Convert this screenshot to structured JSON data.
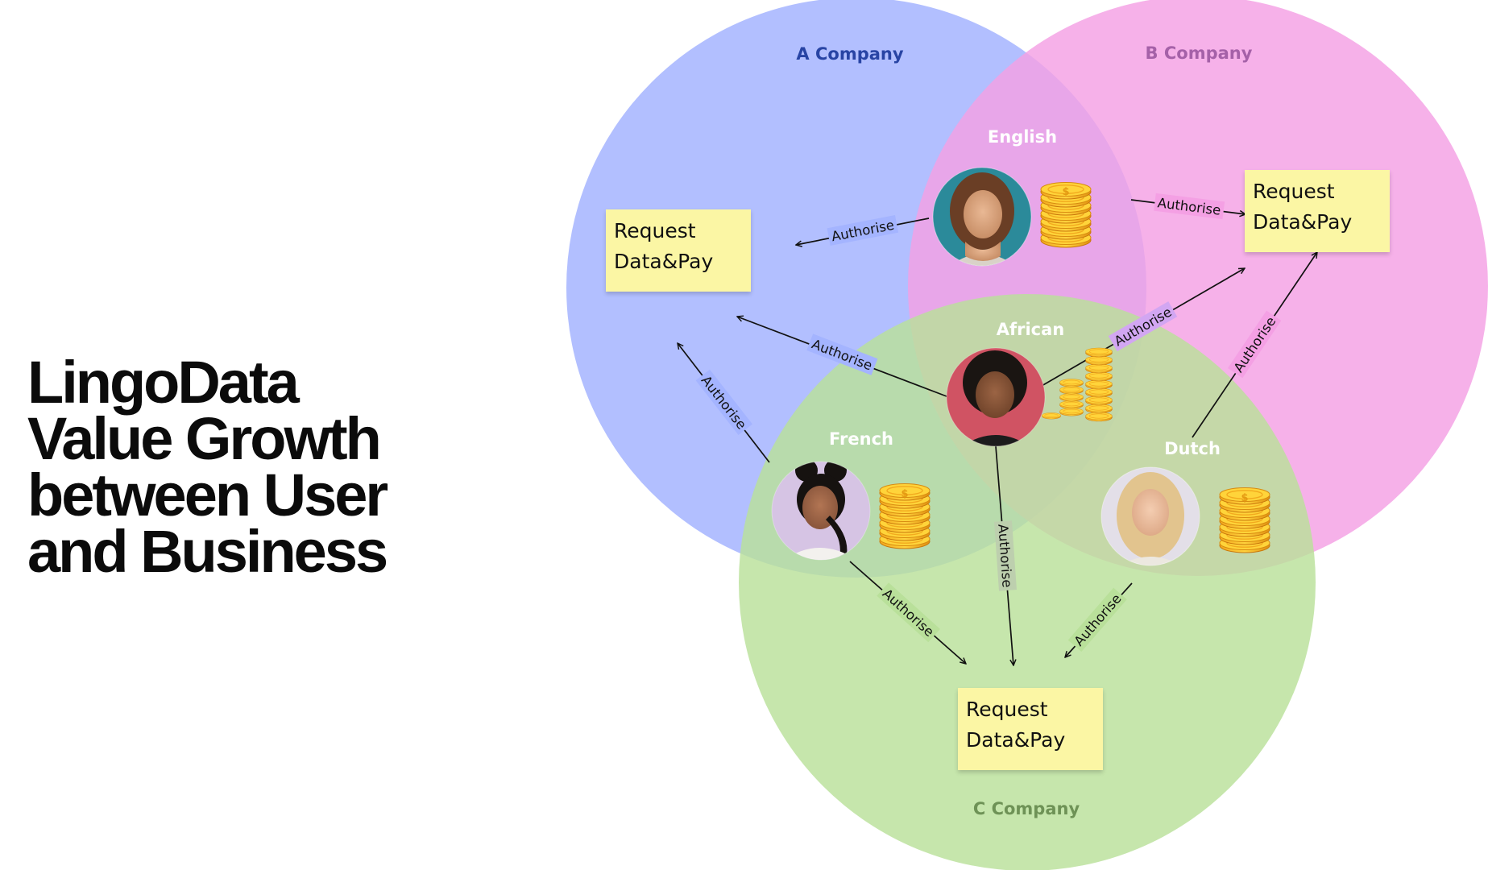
{
  "title": {
    "lines": [
      "LingoData",
      "Value Growth",
      "between User",
      "and Business"
    ]
  },
  "companies": {
    "a": {
      "label": "A Company",
      "color": "#2844a4",
      "fill": "#a4b4ff"
    },
    "b": {
      "label": "B Company",
      "color": "#a561a8",
      "fill": "#f4a0e4"
    },
    "c": {
      "label": "C Company",
      "color": "#6e9256",
      "fill": "#b9e09a"
    }
  },
  "languages": {
    "english": {
      "label": "English"
    },
    "african": {
      "label": "African"
    },
    "french": {
      "label": "French"
    },
    "dutch": {
      "label": "Dutch"
    }
  },
  "notes": {
    "a": {
      "line1": "Request",
      "line2": "Data&Pay"
    },
    "b": {
      "line1": "Request",
      "line2": "Data&Pay"
    },
    "c": {
      "line1": "Request",
      "line2": "Data&Pay"
    }
  },
  "edge_label": "Authorise",
  "icons": [
    "person-photo-icon",
    "coin-stack-icon",
    "arrow-icon"
  ]
}
